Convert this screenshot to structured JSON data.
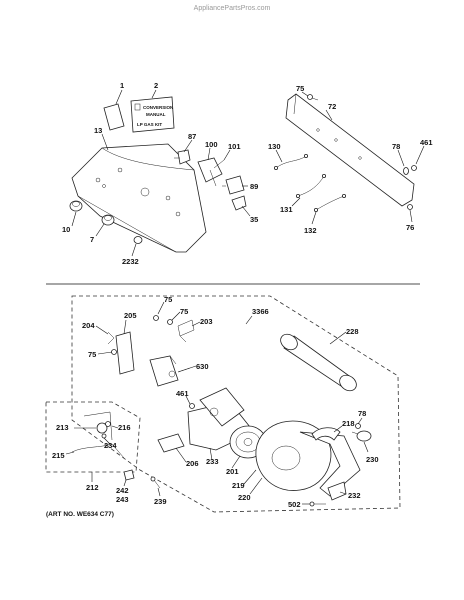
{
  "watermark": "AppliancePartsPros.com",
  "art_number": "(ART NO. WE634 C77)",
  "manual": {
    "line1": "CONVERSION",
    "line2": "MANUAL",
    "line3": "LP GAS KIT"
  },
  "parts": {
    "p1": "1",
    "p2": "2",
    "p13": "13",
    "p87": "87",
    "p100": "100",
    "p101": "101",
    "p89": "89",
    "p35": "35",
    "p10": "10",
    "p7": "7",
    "p2232": "2232",
    "p75a": "75",
    "p72": "72",
    "p130": "130",
    "p461a": "461",
    "p78a": "78",
    "p131": "131",
    "p76": "76",
    "p132": "132",
    "p3366": "3366",
    "p228": "228",
    "p75b": "75",
    "p75c": "75",
    "p203": "203",
    "p204": "204",
    "p205": "205",
    "p75d": "75",
    "p630": "630",
    "p461b": "461",
    "p78b": "78",
    "p218": "218",
    "p213": "213",
    "p216": "216",
    "p234": "234",
    "p215": "215",
    "p206": "206",
    "p233": "233",
    "p201": "201",
    "p220": "220",
    "p219": "219",
    "p230": "230",
    "p212": "212",
    "p242": "242",
    "p243": "243",
    "p239": "239",
    "p232": "232",
    "p502": "502"
  }
}
